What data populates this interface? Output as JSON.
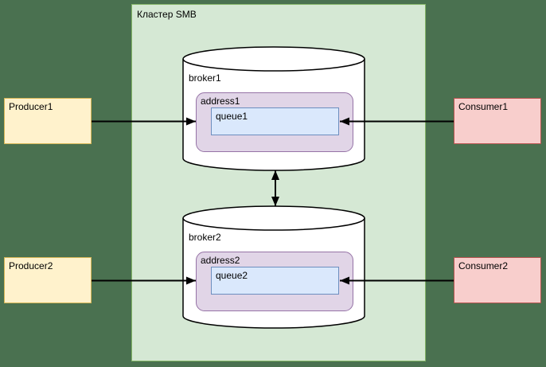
{
  "colors": {
    "background": "#4a7150",
    "cluster-fill": "#d5e8d4",
    "cluster-stroke": "#82b366",
    "producer-fill": "#fff2cc",
    "producer-stroke": "#d6b656",
    "consumer-fill": "#f8cecc",
    "consumer-stroke": "#b85450",
    "address-fill": "#e1d5e7",
    "address-stroke": "#9673a6",
    "queue-fill": "#dae8fc",
    "queue-stroke": "#6c8ebf",
    "cylinder-fill": "#ffffff",
    "cylinder-stroke": "#000000",
    "arrow": "#000000"
  },
  "cluster": {
    "title": "Кластер SMB"
  },
  "producers": [
    {
      "label": "Producer1"
    },
    {
      "label": "Producer2"
    }
  ],
  "consumers": [
    {
      "label": "Consumer1"
    },
    {
      "label": "Consumer2"
    }
  ],
  "brokers": [
    {
      "label": "broker1",
      "address": {
        "label": "address1",
        "queue": {
          "label": "queue1"
        }
      }
    },
    {
      "label": "broker2",
      "address": {
        "label": "address2",
        "queue": {
          "label": "queue2"
        }
      }
    }
  ]
}
